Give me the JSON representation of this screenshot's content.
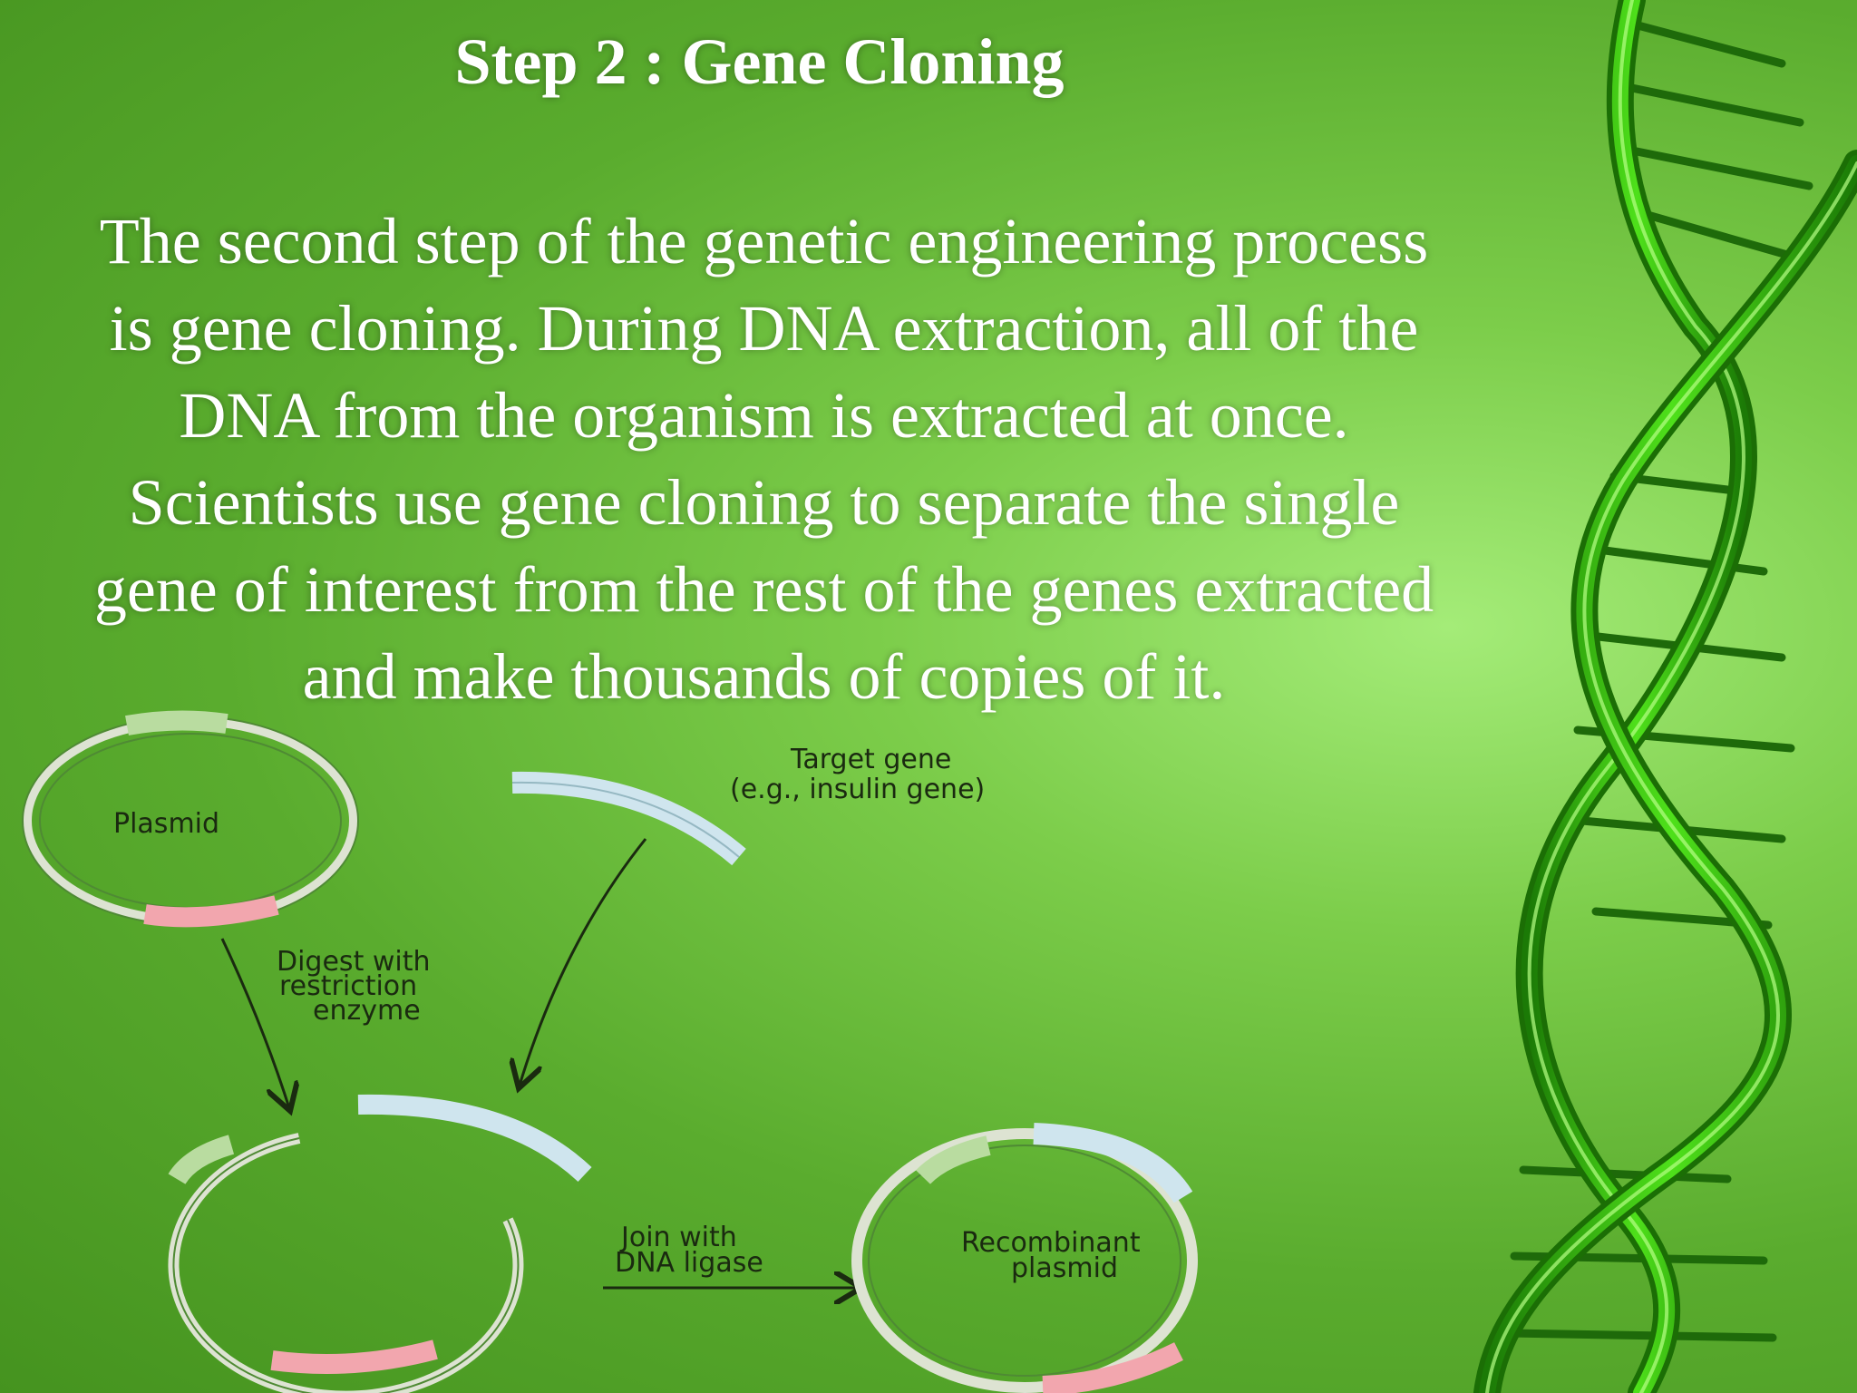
{
  "slide": {
    "title": "Step 2 : Gene Cloning",
    "body_lines": [
      " The second step of the genetic engineering process",
      "is gene cloning. During DNA extraction, all of the",
      "DNA from the organism is extracted at once.",
      "Scientists use gene cloning to separate the single",
      "gene of interest from the rest of the genes extracted",
      "and make thousands of copies of it."
    ]
  },
  "diagram": {
    "plasmid_label": "Plasmid",
    "target_gene_line1": "Target gene",
    "target_gene_line2": "(e.g., insulin gene)",
    "digest_line1": "Digest with",
    "digest_line2": "restriction",
    "digest_line3": "enzyme",
    "join_line1": "Join with",
    "join_line2": "DNA ligase",
    "recombinant_line1": "Recombinant",
    "recombinant_line2": "plasmid"
  },
  "colors": {
    "background_dark": "#45931f",
    "background_light": "#a4ec78",
    "plasmid_ring": "#dde3d2",
    "gene_blue": "#cfe5ee",
    "marker_green": "#b9dca0",
    "marker_pink": "#f2a6ae",
    "dna_strand": "#34c40e"
  }
}
